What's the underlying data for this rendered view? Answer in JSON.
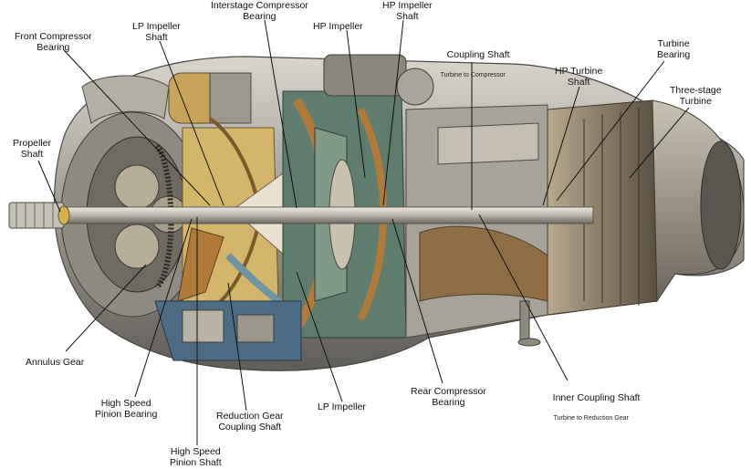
{
  "labels": {
    "front_compressor_bearing": "Front Compressor\nBearing",
    "lp_impeller_shaft": "LP Impeller\nShaft",
    "interstage_compressor_bearing": "Interstage Compressor\nBearing",
    "hp_impeller": "HP Impeller",
    "hp_impeller_shaft": "HP Impeller\nShaft",
    "coupling_shaft": "Coupling Shaft",
    "coupling_shaft_sub": "Turbine to Compressor",
    "hp_turbine_shaft": "HP Turbine\nShaft",
    "turbine_bearing": "Turbine\nBearing",
    "three_stage_turbine": "Three-stage\nTurbine",
    "propeller_shaft": "Propeller\nShaft",
    "annulus_gear": "Annulus Gear",
    "high_speed_pinion_bearing": "High Speed\nPinion Bearing",
    "reduction_gear_coupling_shaft": "Reduction Gear\nCoupling Shaft",
    "high_speed_pinion_shaft": "High Speed\nPinion Shaft",
    "lp_impeller": "LP Impeller",
    "rear_compressor_bearing": "Rear Compressor\nBearing",
    "inner_coupling_shaft": "Inner Coupling Shaft",
    "inner_coupling_shaft_sub": "Turbine to Reduction Gear"
  },
  "colors": {
    "casing": "#a9a79c",
    "casing_dark": "#6f6d66",
    "compressor_green": "#5e7d6e",
    "impeller_bronze": "#b07a3a",
    "gear_yellow": "#d9b865",
    "gearbox_blue": "#4d6d86",
    "turbine_gold": "#8a6a3b",
    "shaft": "#cfcac0"
  }
}
